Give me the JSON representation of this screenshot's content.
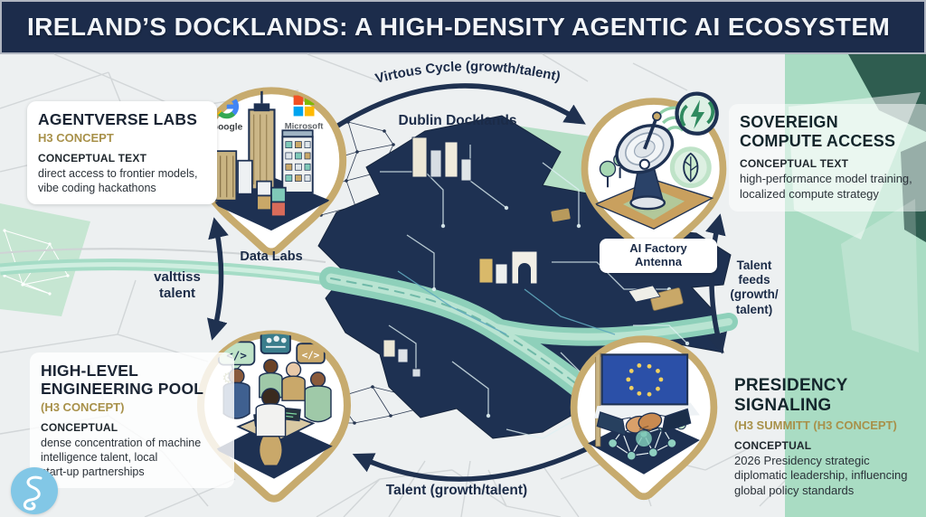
{
  "title": "IRELAND’S DOCKLANDS: A HIGH-DENSITY AGENTIC AI ECOSYSTEM",
  "cards": {
    "agentverse": {
      "heading": "AGENTVERSE LABS",
      "tag": "H3 CONCEPT",
      "kicker": "CONCEPTUAL TEXT",
      "body": "direct access to frontier models,\nvibe coding hackathons"
    },
    "sovereign": {
      "heading": "SOVEREIGN\nCOMPUTE ACCESS",
      "kicker": "CONCEPTUAL TEXT",
      "body": "high-performance model training,\nlocalized compute strategy"
    },
    "engineering": {
      "heading": "HIGH-LEVEL\nENGINEERING POOL",
      "tag": "(H3 CONCEPT)",
      "kicker": "CONCEPTUAL",
      "body": "dense concentration of machine\nintelligence talent, local\nstart-up partnerships"
    },
    "presidency": {
      "heading": "PRESIDENCY\nSIGNALING",
      "tag": "(H3 SUMMITT (H3 CONCEPT)",
      "kicker": "CONCEPTUAL",
      "body": "2026 Presidency strategic\ndiplomatic leadership, influencing\nglobal policy standards"
    }
  },
  "nodes": {
    "data_labs": {
      "caption": "Data Labs",
      "google_label": "Google",
      "microsoft_label": "Microsoft"
    },
    "ai_factory": {
      "caption": "AI Factory\nAntenna"
    }
  },
  "flow": {
    "top_arc": "Virtous Cycle (growth/talent)",
    "map": "Dublin Docklands",
    "left": "valttiss\ntalent",
    "right": "Talent\nfeeds\n(growth/\ntalent)",
    "bottom": "Talent (growth/talent)"
  },
  "icons": {
    "google_logo": "multicolor G",
    "microsoft_logo": "four color squares",
    "energy_recycle_icon": "lightning in circular arrows",
    "leaf_icon": "leaf in circle",
    "satellite_dish_icon": "satellite dish",
    "wifi_icon": "signal arcs",
    "eu_flag_icon": "EU flag with stars",
    "handshake_icon": "handshake",
    "network_graph_icon": "connected nodes",
    "code_glyph": "</>",
    "gear_icon": "⚙",
    "brand_monogram": "script swirl"
  },
  "colors": {
    "title_bar": "#1c2c4b",
    "navy": "#1e3152",
    "node_ring_gold": "#c7ab6e",
    "gold_text": "#a8914a",
    "mint": "#a9dcc3",
    "dark_teal": "#2f5d50",
    "river": "#8ed0ba",
    "map_background": "#edf0f1",
    "logo_blue": "#82c7e6"
  }
}
